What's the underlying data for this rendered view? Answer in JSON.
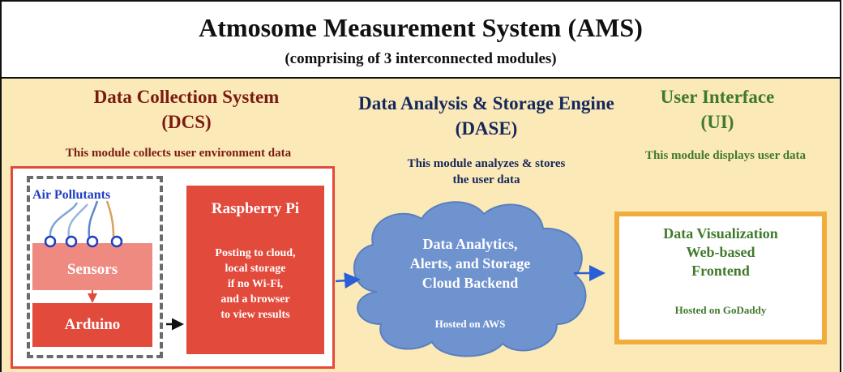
{
  "header": {
    "title": "Atmosome Measurement System (AMS)",
    "subtitle": "(comprising of 3 interconnected modules)"
  },
  "modules": {
    "dcs": {
      "title_line1": "Data Collection System",
      "title_line2": "(DCS)",
      "description": "This module collects user environment data",
      "air_pollutants": "Air Pollutants",
      "sensors": "Sensors",
      "arduino": "Arduino",
      "raspberry_pi": "Raspberry Pi",
      "rpi_text": [
        "Posting to cloud,",
        "local storage",
        "if no Wi-Fi,",
        "and a browser",
        "to view results"
      ]
    },
    "dase": {
      "title_line1": "Data Analysis & Storage Engine",
      "title_line2": "(DASE)",
      "description_line1": "This module analyzes & stores",
      "description_line2": "the user data",
      "cloud_text": [
        "Data Analytics,",
        "Alerts, and Storage",
        "Cloud Backend"
      ],
      "hosted": "Hosted on AWS"
    },
    "ui": {
      "title_line1": "User Interface",
      "title_line2": "(UI)",
      "description": "This module displays user data",
      "box_text": [
        "Data Visualization",
        "Web-based",
        "Frontend"
      ],
      "hosted": "Hosted on GoDaddy"
    }
  },
  "colors": {
    "background": "#fce9b8",
    "dcs_red": "#e24a3c",
    "sensor_pink": "#ee8a80",
    "dcs_title": "#7a1b12",
    "dase_title": "#14285c",
    "ui_green": "#3f7a2b",
    "cloud_blue": "#6f93cf",
    "ui_border": "#f2ac3c",
    "arrow_blue": "#2a5fd8",
    "sensor_dot_blue": "#1f3fc2"
  }
}
